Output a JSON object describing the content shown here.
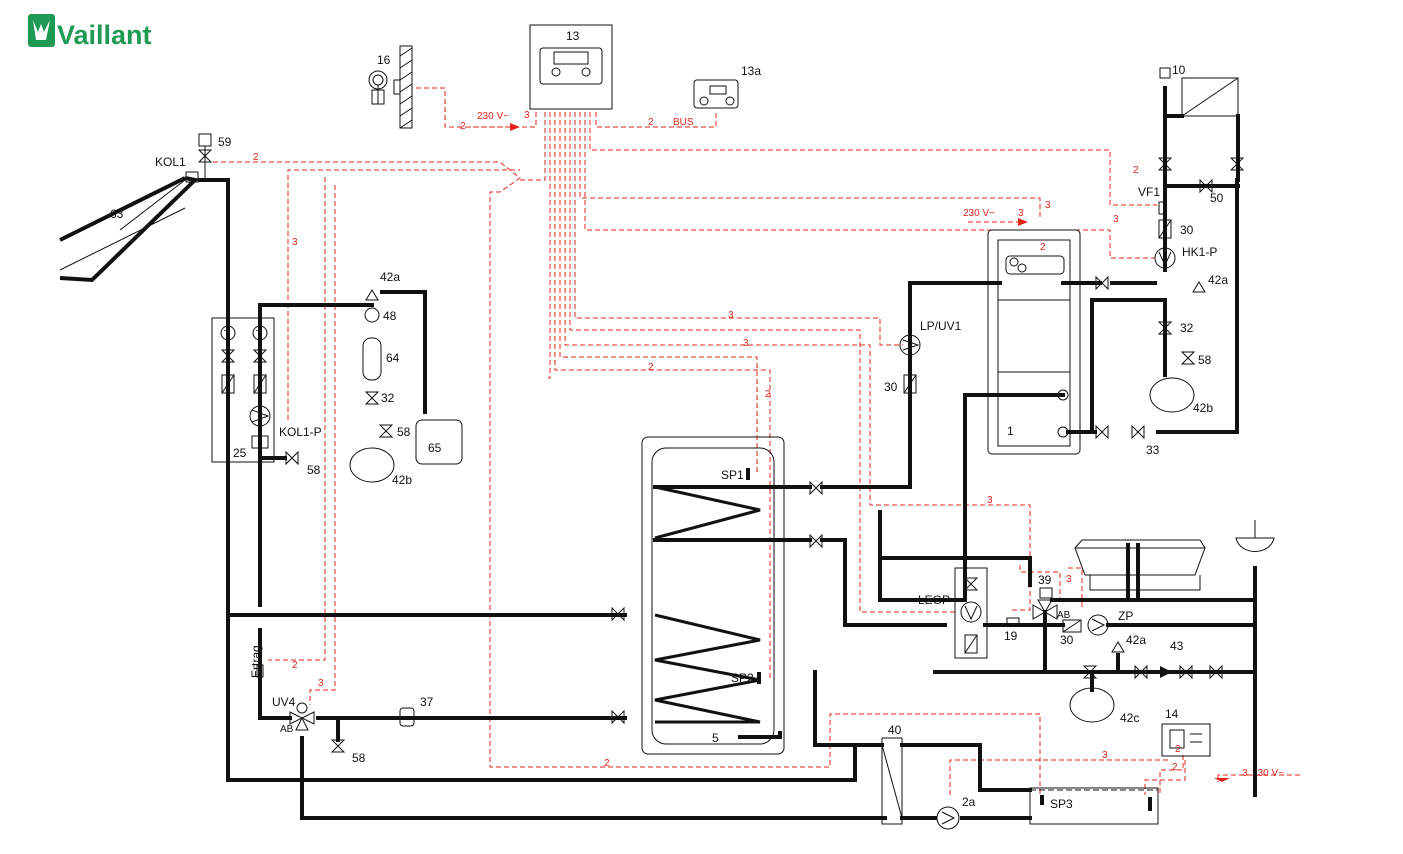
{
  "brand": {
    "name": "Vaillant",
    "color": "#1e9a55"
  },
  "colors": {
    "pipe": "#111111",
    "wire": "#e2231a"
  },
  "labels": {
    "controller": "13",
    "remote": "13a",
    "sensor_outdoor": "16",
    "mains_top": "230 V~",
    "mains_boiler": "230 V~",
    "mains_right": "230 V~",
    "bus": "BUS",
    "air_vent": "59",
    "collector": "KOL1",
    "collector_field": "63",
    "pump_kol": "KOL1-P",
    "flow_meter": "25",
    "drain_58_a": "58",
    "safety_valve_a": "42a",
    "manometer": "48",
    "vessel_64": "64",
    "cap_valve_32_a": "32",
    "drain_58_b": "58",
    "canister": "65",
    "exp_vessel_42b_a": "42b",
    "ertrag": "Ertrag",
    "uv4": "UV4",
    "uv4_ab": "AB",
    "check_37": "37",
    "drain_58_c": "58",
    "tank_sp1": "SP1",
    "tank_sp2": "SP2",
    "tank_5": "5",
    "lp_uv1": "LP/UV1",
    "check_30_a": "30",
    "boiler_1": "1",
    "mixer_10": "10",
    "vf1": "VF1",
    "check_30_b": "30",
    "hk1p": "HK1-P",
    "bypass_50": "50",
    "safety_valve_b": "42a",
    "cap_valve_32_b": "32",
    "drain_58_d": "58",
    "exp_vessel_42b_b": "42b",
    "valve_33": "33",
    "legp": "LEGP",
    "sensor_19": "19",
    "mixer_39": "39",
    "mixer_39_ab": "AB",
    "check_30_c": "30",
    "zp": "ZP",
    "safety_valve_c": "42a",
    "group_43": "43",
    "exp_vessel_42c": "42c",
    "hx_40": "40",
    "pump_2a": "2a",
    "pool_sp3": "SP3",
    "controller_14": "14"
  },
  "wire_marks": {
    "w1": "2",
    "w2": "3",
    "w3": "2",
    "w4": "2",
    "w5": "3",
    "w6": "3",
    "w7": "2",
    "w8": "3",
    "w9": "3",
    "w10": "3",
    "w11": "2",
    "w12": "2",
    "w13": "2",
    "w14": "3",
    "w15": "3",
    "w16": "2",
    "w17": "3",
    "w18": "2",
    "w19": "3",
    "w20": "3",
    "w21": "3",
    "w22": "2",
    "w23": "2"
  }
}
